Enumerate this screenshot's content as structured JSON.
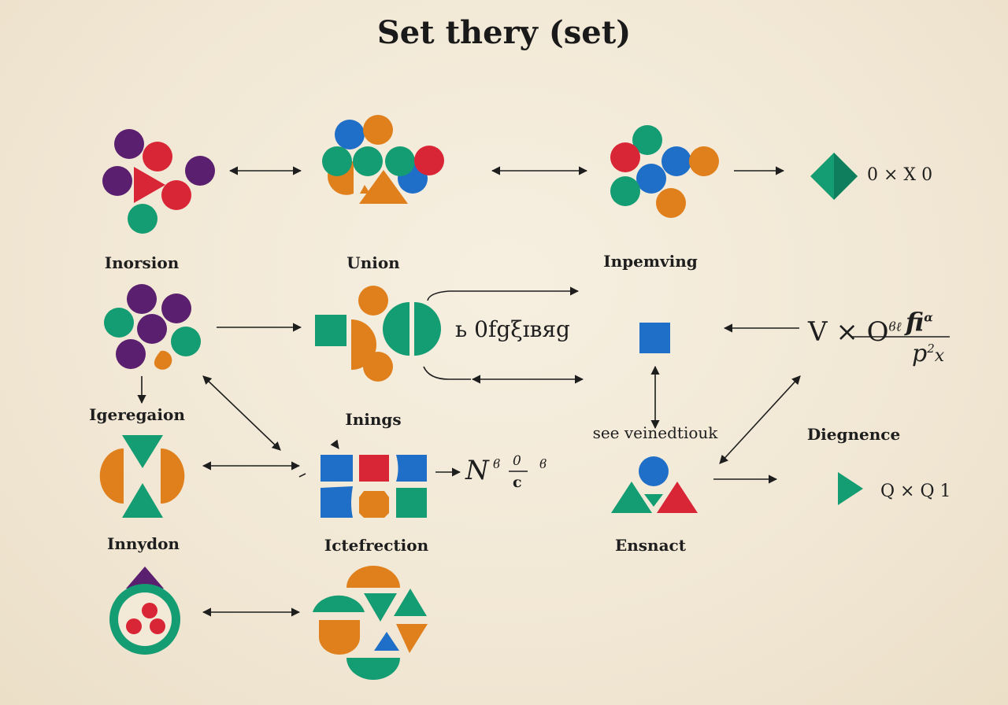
{
  "title": "Set thery  (set)",
  "labels": {
    "l1": "Inorsion",
    "l2": "Union",
    "l3": "Inpemving",
    "l4": "Igeregaion",
    "l5": "Inings",
    "l6": "see veinedtiouk",
    "l7": "Diegnence",
    "l8": "Innydon",
    "l9": "Ictefrection",
    "l10": "Ensnact"
  },
  "expressions": {
    "e1": "0 × X 0",
    "e2": "ь 0fgξɪвяg",
    "e3_main": "V × O",
    "e3_sup": "ϐℓ",
    "e3_num": "fi",
    "e3_num_sup": "ɑ",
    "e3_den": "p",
    "e3_den_sup": "2",
    "e3_den_tail": "x",
    "e4_N": "N",
    "e4_a": "ϐ",
    "e4_top": "0",
    "e4_bot": "c",
    "e4_b": "ϐ",
    "e5": "Q × Q 1"
  },
  "colors": {
    "purple": "#5a1f6e",
    "red": "#d92636",
    "green": "#149c73",
    "blue": "#1f6fc9",
    "orange": "#e0801d",
    "ink": "#1e1e1e"
  }
}
